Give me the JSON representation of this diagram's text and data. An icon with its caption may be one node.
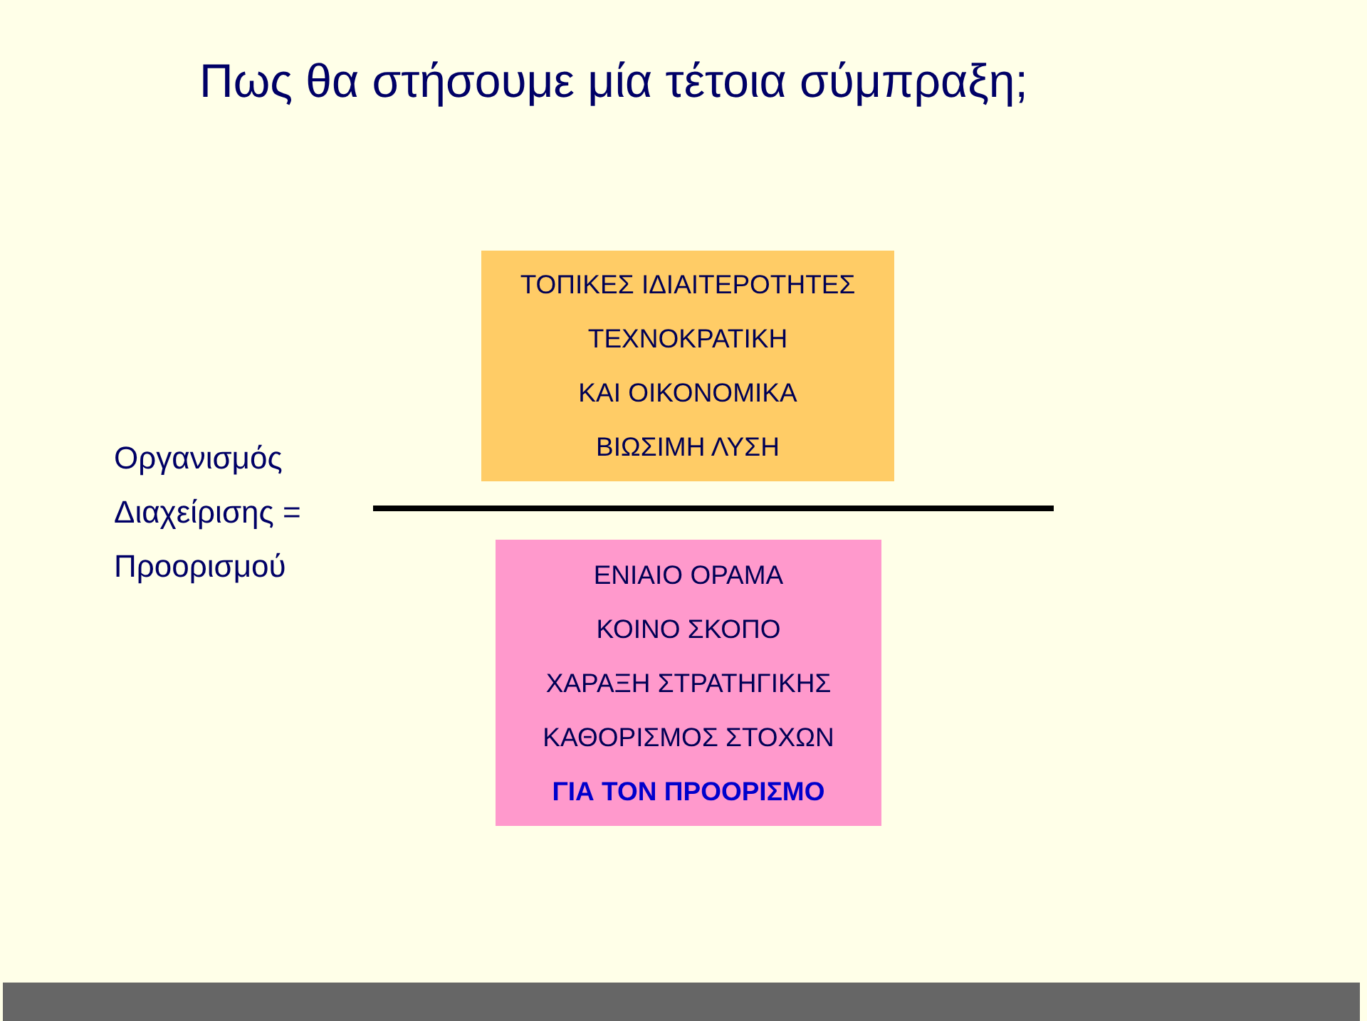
{
  "diagram": {
    "title": "Πως θα στήσουμε μία τέτοια σύμπραξη;",
    "nodes": [
      {
        "text": [
          "ΤΟΠΙΚΕΣ ΙΔΙΑΙΤΕΡΟΤΗΤΕΣ",
          "ΤΕΧΝΟΚΡΑΤΙΚΗ",
          "ΚΑΙ ΟΙΚΟΝΟΜΙΚΑ",
          "ΒΙΩΣΙΜΗ ΛΥΣΗ"
        ]
      },
      {
        "text": [
          "ΕΝΙΑΙΟ ΟΡΑΜΑ",
          "ΚΟΙΝΟ ΣΚΟΠΟ",
          "ΧΑΡΑΞΗ ΣΤΡΑΤΗΓΙΚΗΣ",
          "ΚΑΘΟΡΙΣΜΟΣ ΣΤΟΧΩΝ",
          "**ΓΙΑ ΤΟΝ ΠΡΟΟΡΙΣΜΟ**"
        ]
      }
    ],
    "labels": [
      "Οργανισμός Διαχείρισης = Προορισμού"
    ]
  }
}
